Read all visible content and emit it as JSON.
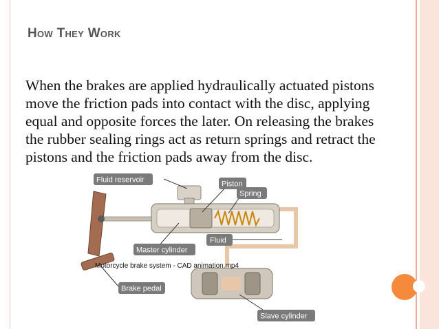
{
  "slide": {
    "title": "How They Work",
    "body": "When the brakes are applied hydraulically actuated pistons move the friction pads into contact with the disc, applying equal and opposite forces the later. On releasing the brakes the rubber sealing rings act as return springs and retract the pistons and the friction pads away from the disc."
  },
  "diagram": {
    "labels": {
      "fluid_reservoir": "Fluid reservoir",
      "piston": "Piston",
      "spring": "Spring",
      "fluid": "Fluid",
      "master_cylinder": "Master cylinder",
      "brake_pedal": "Brake pedal",
      "slave_cylinder": "Slave cylinder"
    },
    "caption": "Motorcycle brake system - CAD animation.mp4"
  },
  "colors": {
    "title": "#555555",
    "text": "#111111",
    "accent_line": "#f4a88f",
    "accent_band": "#fbe4dc",
    "dot": "#f58a3c",
    "metal": "#c8c0b4",
    "pipe": "#e8c7a8",
    "spring": "#c8860a",
    "label_box": "#7a7a7a"
  }
}
